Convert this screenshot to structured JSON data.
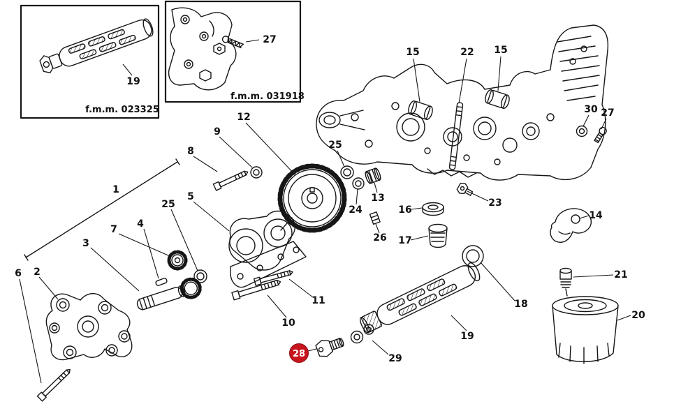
{
  "diagram": {
    "type": "exploded-parts-diagram",
    "subject": "engine oil pump, oil filter and crankcase fittings",
    "insets": [
      {
        "caption": "f.m.m. 023325",
        "part": "19"
      },
      {
        "caption": "f.m.m. 031918",
        "part": "27"
      }
    ],
    "highlighted_part": "28",
    "colors": {
      "line": "#161616",
      "highlight_fill": "#c8151d",
      "highlight_text": "#ffffff",
      "background": "#ffffff"
    },
    "labels": [
      {
        "text": "27"
      },
      {
        "text": "19"
      },
      {
        "text": "15"
      },
      {
        "text": "22"
      },
      {
        "text": "15"
      },
      {
        "text": "30"
      },
      {
        "text": "27"
      },
      {
        "text": "12"
      },
      {
        "text": "9"
      },
      {
        "text": "25"
      },
      {
        "text": "8"
      },
      {
        "text": "1"
      },
      {
        "text": "5"
      },
      {
        "text": "13"
      },
      {
        "text": "24"
      },
      {
        "text": "16"
      },
      {
        "text": "23"
      },
      {
        "text": "25"
      },
      {
        "text": "14"
      },
      {
        "text": "26"
      },
      {
        "text": "17"
      },
      {
        "text": "4"
      },
      {
        "text": "7"
      },
      {
        "text": "3"
      },
      {
        "text": "21"
      },
      {
        "text": "6"
      },
      {
        "text": "2"
      },
      {
        "text": "11"
      },
      {
        "text": "10"
      },
      {
        "text": "18"
      },
      {
        "text": "19"
      },
      {
        "text": "20"
      },
      {
        "text": "28"
      },
      {
        "text": "29"
      }
    ]
  }
}
